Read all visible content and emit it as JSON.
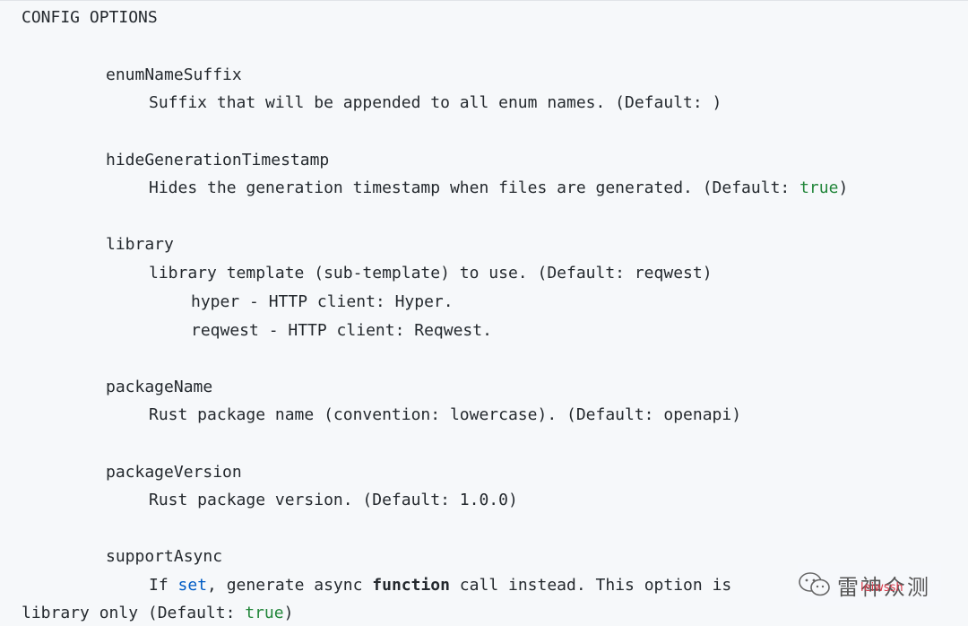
{
  "header": "CONFIG OPTIONS",
  "options": {
    "enumNameSuffix": {
      "name": "enumNameSuffix",
      "desc": "Suffix that will be appended to all enum names. (Default: )"
    },
    "hideGenerationTimestamp": {
      "name": "hideGenerationTimestamp",
      "desc_pre": "Hides the generation timestamp when files are generated. (Default: ",
      "desc_value": "true",
      "desc_post": ")"
    },
    "library": {
      "name": "library",
      "desc": "library template (sub-template) to use. (Default: reqwest)",
      "sub1": "hyper - HTTP client: Hyper.",
      "sub2": "reqwest - HTTP client: Reqwest."
    },
    "packageName": {
      "name": "packageName",
      "desc": "Rust package name (convention: lowercase). (Default: openapi)"
    },
    "packageVersion": {
      "name": "packageVersion",
      "desc": "Rust package version. (Default: 1.0.0)"
    },
    "supportAsync": {
      "name": "supportAsync",
      "l1_pre": "If ",
      "l1_set": "set",
      "l1_mid": ", generate async ",
      "l1_function": "function",
      "l1_post": " call instead. This option is ",
      "l2_pre": "library only (Default: ",
      "l2_value": "true",
      "l2_post": ")"
    }
  },
  "watermark": {
    "text": "雷神众测",
    "sub": "leiwssh"
  },
  "colors": {
    "background": "#f6f8fa",
    "text": "#24292e",
    "literal": "#22863a",
    "keyword_blue": "#005cc5"
  }
}
